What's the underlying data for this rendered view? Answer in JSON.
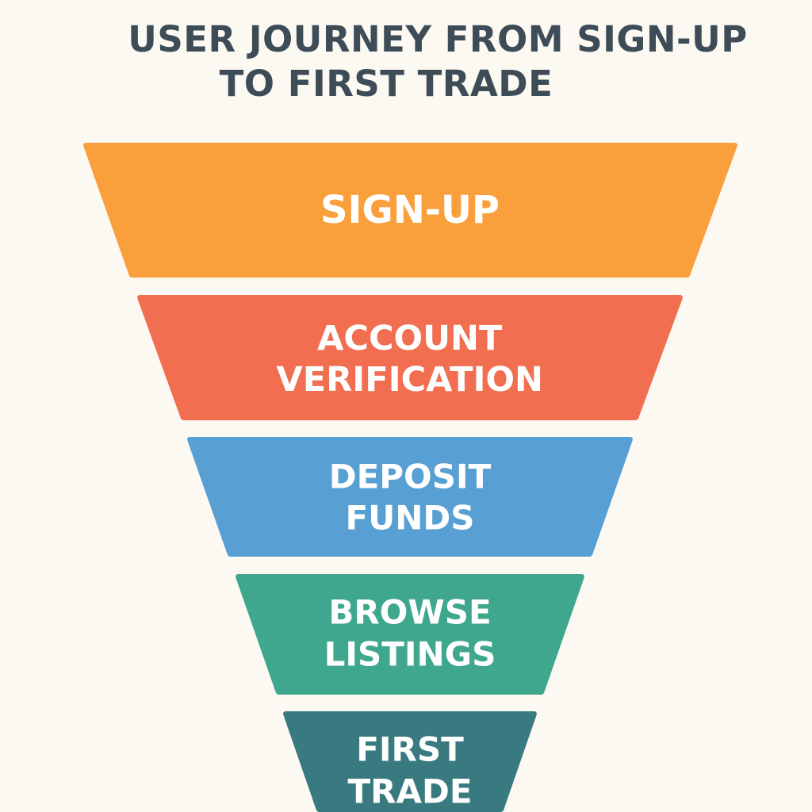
{
  "title": {
    "line1": "USER JOURNEY FROM SIGN-UP",
    "line2": "TO FIRST TRADE"
  },
  "stages": [
    {
      "lines": [
        "SIGN-UP"
      ],
      "color": "#f9a03c"
    },
    {
      "lines": [
        "ACCOUNT",
        "VERIFICATION"
      ],
      "color": "#f26e50"
    },
    {
      "lines": [
        "DEPOSIT",
        "FUNDS"
      ],
      "color": "#58a0d3"
    },
    {
      "lines": [
        "BROWSE",
        "LISTINGS"
      ],
      "color": "#3ea78d"
    },
    {
      "lines": [
        "FIRST",
        "TRADE"
      ],
      "color": "#387a80"
    }
  ]
}
